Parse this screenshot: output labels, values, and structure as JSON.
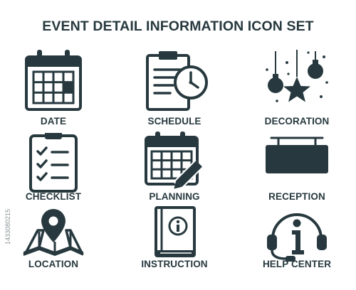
{
  "title": "EVENT DETAIL INFORMATION ICON SET",
  "side_text": "1433080215",
  "icon_color": "#27393f",
  "background": "#ffffff",
  "items": [
    {
      "label": "DATE",
      "icon": "calendar-icon"
    },
    {
      "label": "SCHEDULE",
      "icon": "schedule-clock-icon"
    },
    {
      "label": "DECORATION",
      "icon": "hanging-ornaments-icon"
    },
    {
      "label": "CHECKLIST",
      "icon": "checklist-clipboard-icon"
    },
    {
      "label": "PLANNING",
      "icon": "calendar-pencil-icon"
    },
    {
      "label": "RECEPTION",
      "icon": "hanging-sign-icon"
    },
    {
      "label": "LOCATION",
      "icon": "map-pin-icon"
    },
    {
      "label": "INSTRUCTION",
      "icon": "info-book-icon"
    },
    {
      "label": "HELP CENTER",
      "icon": "headset-info-icon"
    }
  ]
}
